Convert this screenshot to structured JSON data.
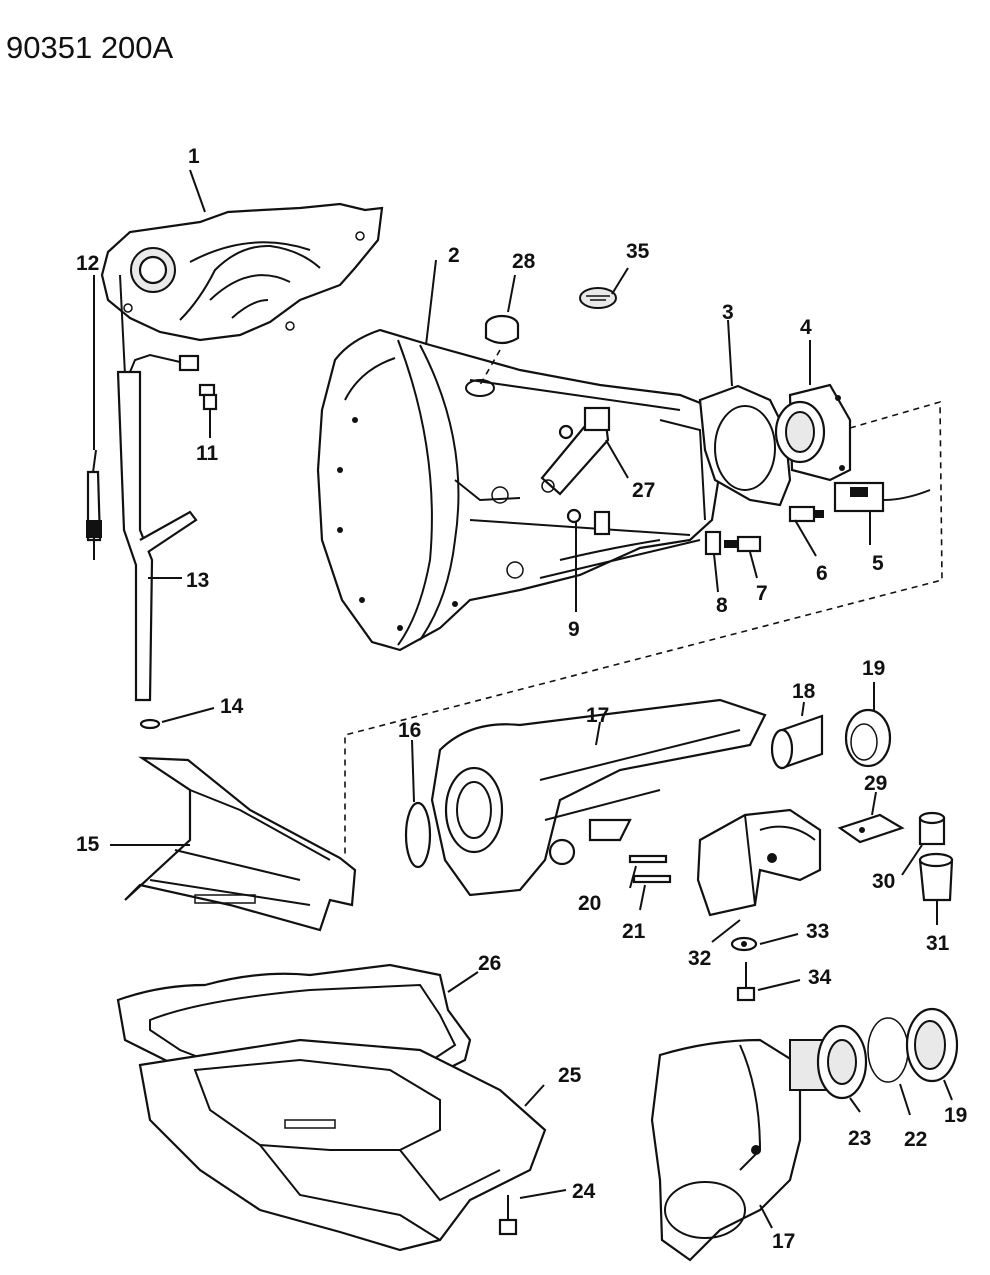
{
  "diagram_id": "90351 200A",
  "callouts": [
    "1",
    "2",
    "3",
    "4",
    "5",
    "6",
    "7",
    "8",
    "9",
    "11",
    "12",
    "13",
    "14",
    "15",
    "16",
    "17",
    "18",
    "19",
    "20",
    "21",
    "22",
    "23",
    "24",
    "25",
    "26",
    "27",
    "28",
    "29",
    "30",
    "31",
    "32",
    "33",
    "34",
    "35",
    "17",
    "19"
  ]
}
